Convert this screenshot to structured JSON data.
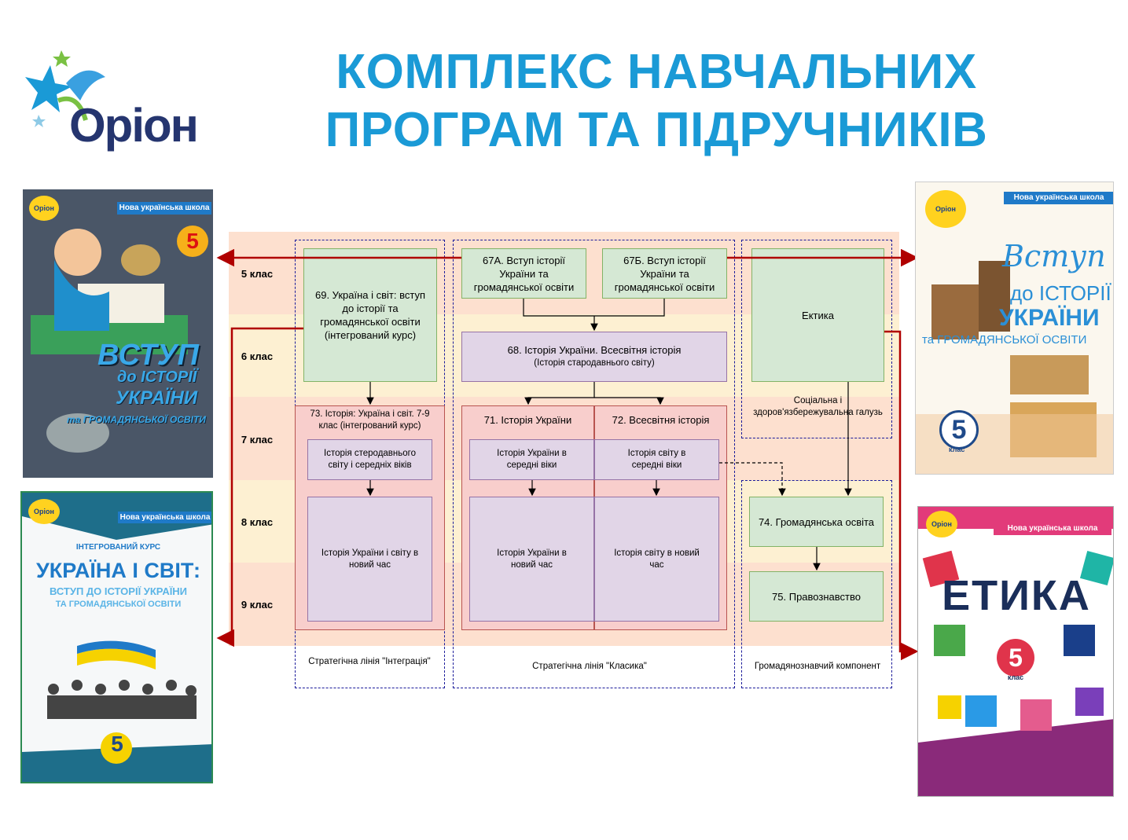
{
  "header": {
    "title_line1": "КОМПЛЕКС НАВЧАЛЬНИХ",
    "title_line2": "ПРОГРАМ ТА ПІДРУЧНИКІВ",
    "logo": "Оріон"
  },
  "grades": [
    "5 клас",
    "6 клас",
    "7 клас",
    "8 клас",
    "9 клас"
  ],
  "diagram": {
    "integration": {
      "box69": "69. Україна і світ: вступ до історії та громадянської освіти (інтегрований курс)",
      "box73": "73. Історія: Україна і світ. 7-9 клас (інтегрований курс)",
      "inner1": "Історія стеродавнього світу і середніх віків",
      "inner2": "Історія України і світу в новий час",
      "caption": "Стратегічна лінія \"Інтеграція\""
    },
    "classic": {
      "box67a": "67А. Вступ історії України та громадянської освіти",
      "box67b": "67Б. Вступ історії України та громадянської освіти",
      "box68_title": "68. Історія України. Всесвітня історія",
      "box68_sub": "(Історія стародавнього світу)",
      "box71": "71. Історія України",
      "box72": "72. Всесвітня історія",
      "ua_middle": "Історія України в середні віки",
      "world_middle": "Історія світу в середні віки",
      "ua_modern": "Історія України в новий час",
      "world_modern": "Історія світу в новий час",
      "caption": "Стратегічна лінія \"Класика\""
    },
    "civic": {
      "ethics": "Ектика",
      "social": "Соціальна і здоров'язбережувальна галузь",
      "box74": "74. Громадянська освіта",
      "box75": "75. Правознавство",
      "caption": "Громадянознавчий компонент"
    }
  },
  "books": {
    "top_left": {
      "series": "Нова українська школа",
      "publisher": "Оріон",
      "grade": "5",
      "title_l1": "ВСТУП",
      "title_l2": "до ІСТОРІЇ",
      "title_l3": "УКРАЇНИ",
      "title_l4": "та ГРОМАДЯНСЬКОЇ ОСВІТИ"
    },
    "bottom_left": {
      "series": "Нова українська школа",
      "publisher": "Оріон",
      "kicker": "ІНТЕГРОВАНИЙ КУРС",
      "title_l1": "УКРАЇНА І СВІТ:",
      "title_l2": "ВСТУП ДО ІСТОРІЇ УКРАЇНИ",
      "title_l3": "ТА ГРОМАДЯНСЬКОЇ ОСВІТИ",
      "grade": "5"
    },
    "top_right": {
      "series": "Нова українська школа",
      "publisher": "Оріон",
      "title_l1": "Вступ",
      "title_l2": "до ІСТОРІЇ",
      "title_l3": "УКРАЇНИ",
      "title_l4": "та ГРОМАДЯНСЬКОЇ ОСВІТИ",
      "grade": "5",
      "grade_label": "клас"
    },
    "bottom_right": {
      "series": "Нова українська школа",
      "publisher": "Оріон",
      "title": "ЕТИКА",
      "grade": "5",
      "grade_label": "клас"
    }
  },
  "colors": {
    "title": "#1a9ad6",
    "arrow_red": "#b00000",
    "band_a": "#fde0cf",
    "band_b": "#fdf0d2"
  }
}
